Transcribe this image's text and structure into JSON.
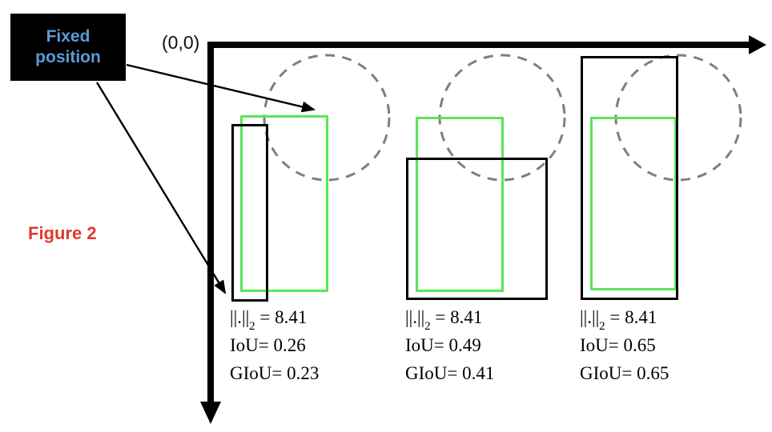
{
  "labels": {
    "origin": "(0,0)",
    "fixed_position": "Fixed position",
    "figure": "Figure 2"
  },
  "colors": {
    "green_box": "#57E757",
    "black_box": "#000000",
    "dashed_circle": "#7F7F7F",
    "callout_bg": "#000000",
    "callout_text": "#5B9BD5",
    "figure_label": "#DF3B2B"
  },
  "examples": [
    {
      "norm_label": "||.||",
      "norm_sub": "2",
      "norm_value": " = 8.41",
      "iou": "IoU= 0.26",
      "giou": "GIoU= 0.23"
    },
    {
      "norm_label": "||.||",
      "norm_sub": "2",
      "norm_value": " = 8.41",
      "iou": "IoU= 0.49",
      "giou": "GIoU= 0.41"
    },
    {
      "norm_label": "||.||",
      "norm_sub": "2",
      "norm_value": " = 8.41",
      "iou": "IoU= 0.65",
      "giou": "GIoU= 0.65"
    }
  ]
}
